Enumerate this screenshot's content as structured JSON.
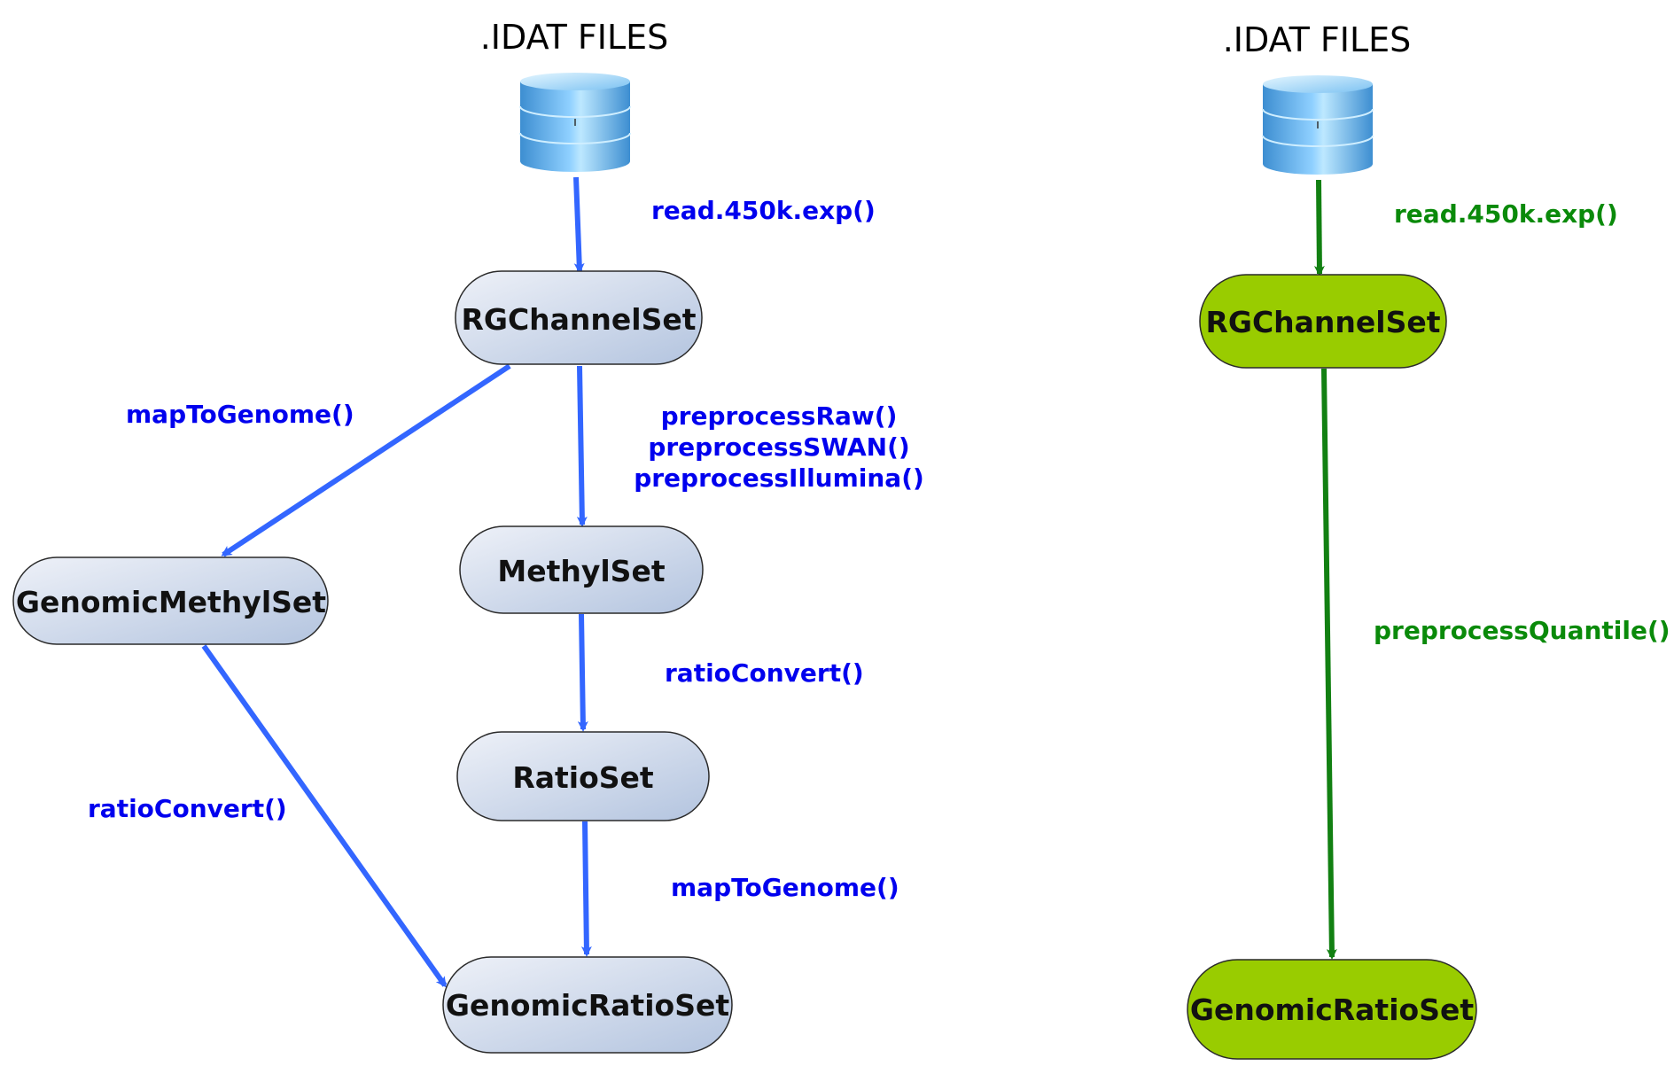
{
  "colors": {
    "blue_arrow": "#3366ff",
    "blue_text": "#0000ee",
    "green_arrow": "#128012",
    "green_text": "#0a8a0a",
    "blue_node_light": "#eef1f8",
    "blue_node_dark": "#b3c4df",
    "green_node": "#99cc00",
    "db_light": "#bde8ff",
    "db_dark": "#3d8ed1"
  },
  "left": {
    "title": ".IDAT FILES",
    "nodes": {
      "rg": "RGChannelSet",
      "genomic_methyl": "GenomicMethylSet",
      "methyl": "MethylSet",
      "ratio": "RatioSet",
      "genomic_ratio": "GenomicRatioSet"
    },
    "labels": {
      "read": "read.450k.exp()",
      "map1": "mapToGenome()",
      "pre1": "preprocessRaw()",
      "pre2": "preprocessSWAN()",
      "pre3": "preprocessIllumina()",
      "ratio1": "ratioConvert()",
      "ratio2": "ratioConvert()",
      "map2": "mapToGenome()"
    }
  },
  "right": {
    "title": ".IDAT FILES",
    "nodes": {
      "rg": "RGChannelSet",
      "genomic_ratio": "GenomicRatioSet"
    },
    "labels": {
      "read": "read.450k.exp()",
      "quantile": "preprocessQuantile()"
    }
  }
}
